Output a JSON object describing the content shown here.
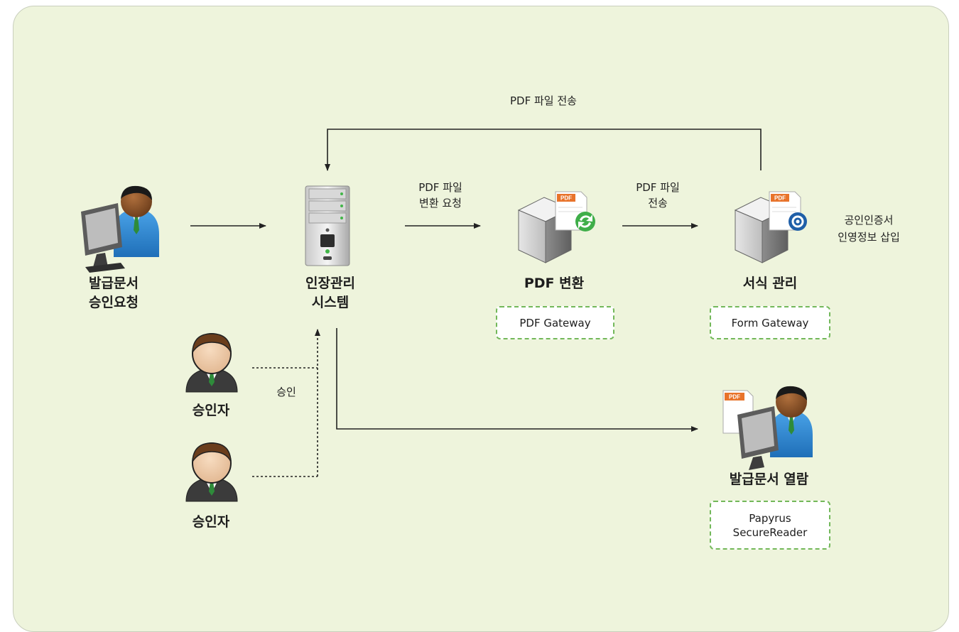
{
  "nodes": {
    "requester": {
      "label": "발급문서\n승인요청"
    },
    "seal_system": {
      "label": "인장관리\n시스템"
    },
    "pdf_convert": {
      "label": "PDF 변환",
      "badge": "PDF Gateway"
    },
    "form_manage": {
      "label": "서식 관리",
      "badge": "Form Gateway",
      "note": "공인인증서\n인영정보 삽입"
    },
    "approver_1": {
      "label": "승인자"
    },
    "approver_2": {
      "label": "승인자"
    },
    "viewer": {
      "label": "발급문서 열람",
      "badge": "Papyrus\nSecureReader"
    }
  },
  "edges": {
    "top_return": "PDF 파일 전송",
    "convert_request": "PDF 파일\n변환 요청",
    "file_send": "PDF 파일\n전송",
    "approve": "승인"
  },
  "icons": {
    "requester": "user-at-computer-icon",
    "seal_system": "server-tower-icon",
    "pdf_convert": "pdf-convert-server-icon",
    "form_manage": "pdf-settings-server-icon",
    "approver": "approver-person-icon",
    "viewer": "user-with-pdf-icon",
    "pdf_tag": "PDF"
  },
  "colors": {
    "panel_bg": "#eef4dc",
    "badge_border": "#73b85a",
    "arrow": "#222222"
  }
}
